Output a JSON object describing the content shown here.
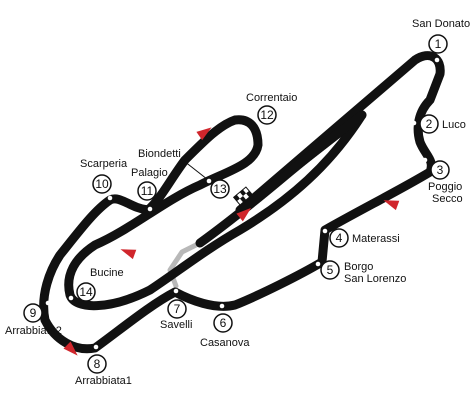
{
  "colors": {
    "track": "#111111",
    "pitlane": "#b8b8b8",
    "arrow": "#d0262c",
    "marker_fill": "#ffffff",
    "marker_stroke": "#111111",
    "background": "#ffffff"
  },
  "turns": [
    {
      "number": "1",
      "name": "San Donato"
    },
    {
      "number": "2",
      "name": "Luco"
    },
    {
      "number": "3",
      "name": "Poggio Secco"
    },
    {
      "number": "4",
      "name": "Materassi"
    },
    {
      "number": "5",
      "name": "Borgo San Lorenzo"
    },
    {
      "number": "6",
      "name": "Casanova"
    },
    {
      "number": "7",
      "name": "Savelli"
    },
    {
      "number": "8",
      "name": "Arrabbiata1"
    },
    {
      "number": "9",
      "name": "Arrabbiata2"
    },
    {
      "number": "10",
      "name": "Scarperia"
    },
    {
      "number": "11",
      "name": "Palagio"
    },
    {
      "number": "12",
      "name": "Correntaio"
    },
    {
      "number": "13",
      "name": "Biondetti"
    },
    {
      "number": "14",
      "name": "Bucine"
    }
  ],
  "icons": {
    "start_finish": "checkered-flag-icon",
    "direction": "direction-arrow-icon"
  }
}
